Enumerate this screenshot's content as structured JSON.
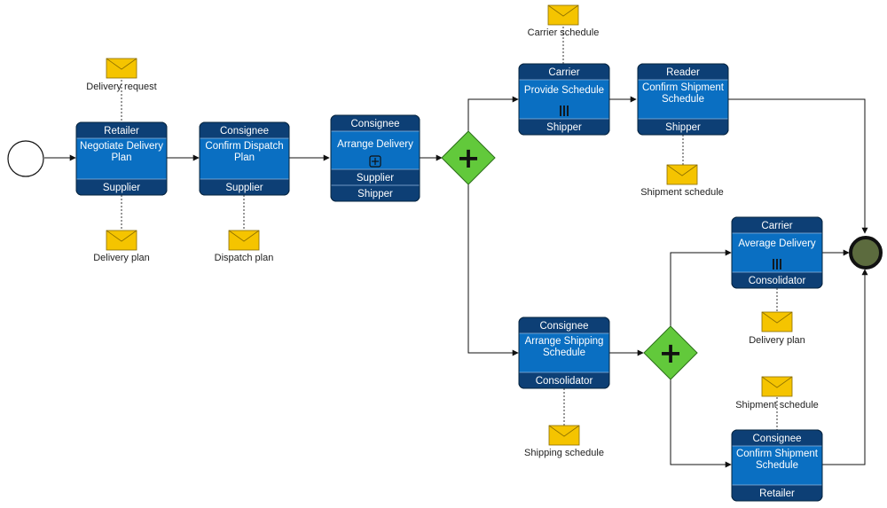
{
  "colors": {
    "task_body": "#0A6FC2",
    "task_band": "#0D3F75",
    "task_border": "#06243f",
    "gateway": "#62C93B",
    "gateway_border": "#2c6e1a",
    "envelope": "#F5C400",
    "envelope_border": "#8a6d00",
    "end_fill": "#5C6B3E",
    "end_border": "#111111",
    "edge": "#111111"
  },
  "tasks": {
    "negotiate": {
      "initiator": "Retailer",
      "name": "Negotiate Delivery Plan",
      "participants": [
        "Supplier"
      ],
      "marker": ""
    },
    "confirm_dispatch": {
      "initiator": "Consignee",
      "name": "Confirm Dispatch Plan",
      "participants": [
        "Supplier"
      ],
      "marker": ""
    },
    "arrange_delivery": {
      "initiator": "Consignee",
      "name": "Arrange Delivery",
      "participants": [
        "Supplier",
        "Shipper"
      ],
      "marker": "subprocess"
    },
    "provide_schedule": {
      "initiator": "Carrier",
      "name": "Provide Schedule",
      "participants": [
        "Shipper"
      ],
      "marker": "parallel"
    },
    "confirm_shipment_top": {
      "initiator": "Reader",
      "name": "Confirm Shipment Schedule",
      "participants": [
        "Shipper"
      ],
      "marker": ""
    },
    "arrange_shipping": {
      "initiator": "Consignee",
      "name": "Arrange Shipping Schedule",
      "participants": [
        "Consolidator"
      ],
      "marker": ""
    },
    "average_delivery": {
      "initiator": "Carrier",
      "name": "Average Delivery",
      "participants": [
        "Consolidator"
      ],
      "marker": "parallel"
    },
    "confirm_shipment_bottom": {
      "initiator": "Consignee",
      "name": "Confirm Shipment Schedule",
      "participants": [
        "Retailer"
      ],
      "marker": ""
    }
  },
  "messages": {
    "delivery_request": {
      "label": "Delivery request"
    },
    "delivery_plan_1": {
      "label": "Delivery plan"
    },
    "dispatch_plan": {
      "label": "Dispatch plan"
    },
    "carrier_schedule": {
      "label": "Carrier schedule"
    },
    "shipment_schedule_1": {
      "label": "Shipment schedule"
    },
    "shipping_schedule": {
      "label": "Shipping schedule"
    },
    "delivery_plan_2": {
      "label": "Delivery plan"
    },
    "shipment_schedule_2": {
      "label": "Shipment schedule"
    }
  },
  "gateways": {
    "parallel_split_1": {
      "type": "parallel",
      "symbol": "+"
    },
    "parallel_split_2": {
      "type": "parallel",
      "symbol": "+"
    }
  },
  "events": {
    "start": {
      "type": "start"
    },
    "end": {
      "type": "end"
    }
  }
}
